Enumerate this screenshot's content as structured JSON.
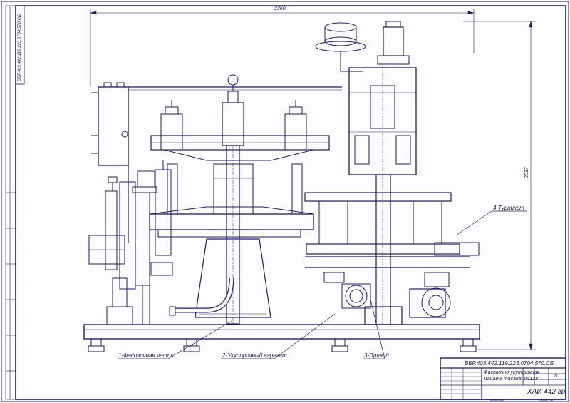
{
  "drawing": {
    "dims": {
      "overall_width": "2360",
      "overall_height": "2037"
    },
    "callouts": [
      {
        "id": "filling",
        "label": "1-Фасовочная часть"
      },
      {
        "id": "capping",
        "label": "2-Укупорочный агрегат"
      },
      {
        "id": "drive",
        "label": "3-Привод"
      },
      {
        "id": "turnstile",
        "label": "4-Турникет"
      }
    ],
    "margin_stamp": "ВБР.403.442.119.223.0704.570.СБ"
  },
  "title_block": {
    "doc_code": "ВБР.403.442.119.223.0704.570.СБ",
    "title_line1": "Фасовочно-укупорочная",
    "title_line2": "машина Фасана 30/138",
    "org": "ХАИ 442 гр",
    "sheet_label": "N",
    "footer_left": "Копировал",
    "footer_right": "Формат А1"
  },
  "colors": {
    "line": "#1c1c6e",
    "paper": "#fdfdff"
  }
}
